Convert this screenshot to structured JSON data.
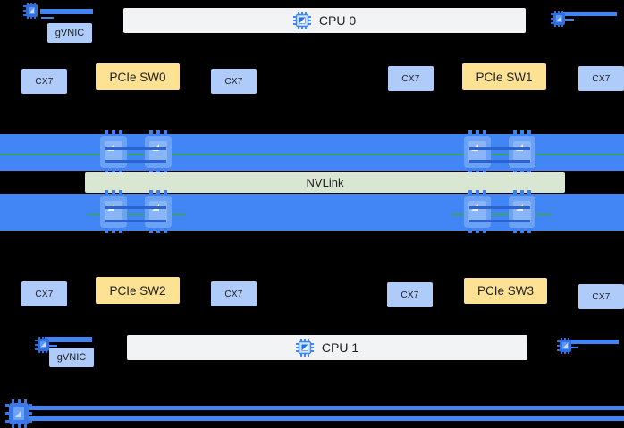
{
  "colors": {
    "background": "#000000",
    "gpu_band_blue": "#4285f4",
    "nic_box_blue": "#aecbfa",
    "pcie_switch_yellow": "#fde293",
    "cpu_box_gray": "#f1f3f4",
    "nvlink_band_green": "#d9e7d2",
    "nvlink_rail_green": "#34a853",
    "chip_icon_blue": "#1a73e8",
    "text": "#202124"
  },
  "cpu_row_top": {
    "gvnic": "gVNIC",
    "cpu": "CPU 0"
  },
  "pcie_row_top": {
    "cx7_left": "CX7",
    "sw_left": "PCIe SW0",
    "cx7_mid_left": "CX7",
    "cx7_mid_right": "CX7",
    "sw_right": "PCIe SW1",
    "cx7_right": "CX7"
  },
  "nvlink": {
    "label": "NVLink"
  },
  "pcie_row_bottom": {
    "cx7_left": "CX7",
    "sw_left": "PCIe SW2",
    "cx7_mid_left": "CX7",
    "cx7_mid_right": "CX7",
    "sw_right": "PCIe SW3",
    "cx7_right": "CX7"
  },
  "cpu_row_bottom": {
    "gvnic": "gVNIC",
    "cpu": "CPU 1"
  },
  "icons": {
    "cpu_icon": "cpu-chip-icon",
    "gpu_icon": "gpu-chip-icon",
    "nic_icon": "host-nic-chip-icon"
  }
}
